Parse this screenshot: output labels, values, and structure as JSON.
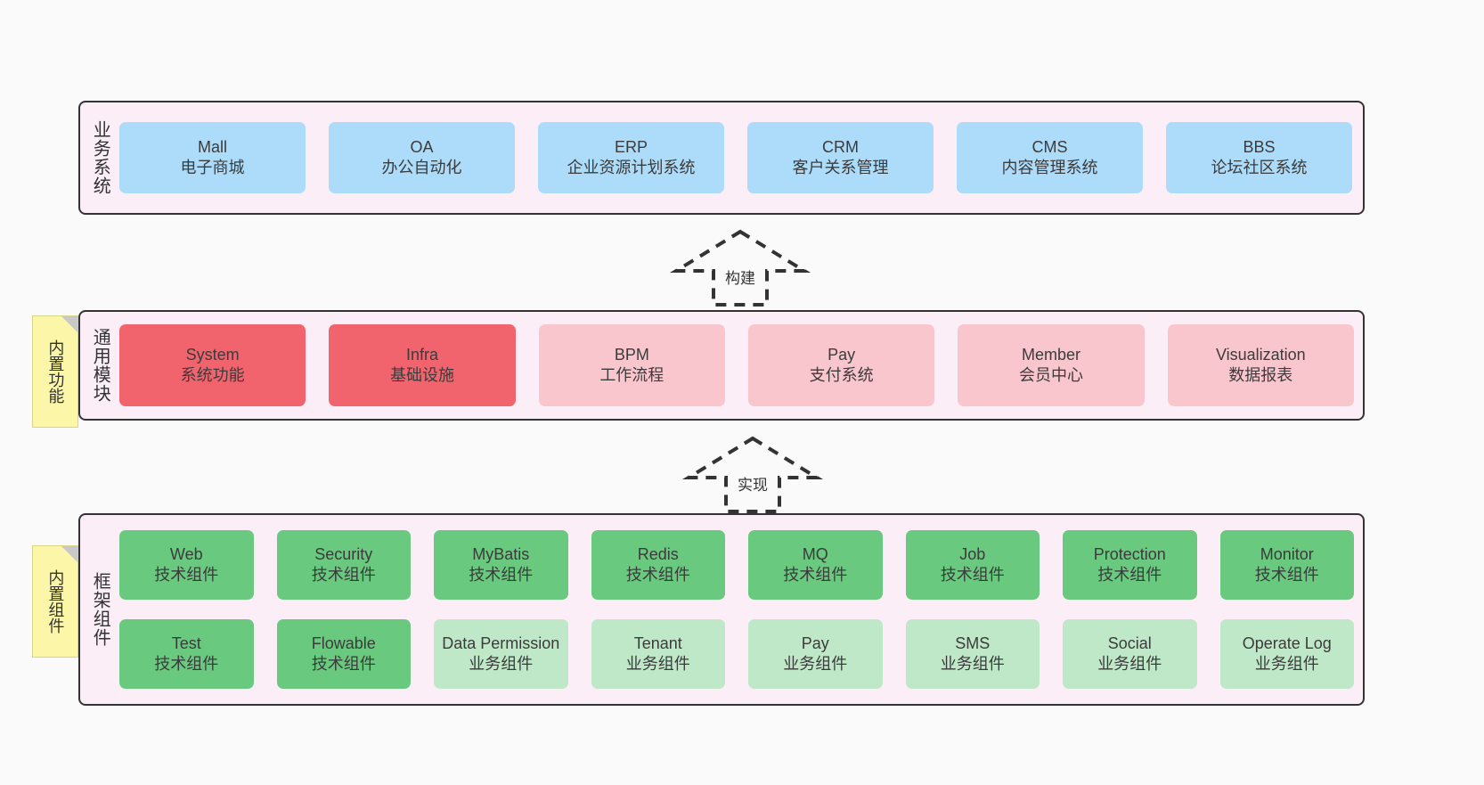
{
  "diagram": {
    "title_hidden": "",
    "background": "#fafafa",
    "layer_fill": "#fbeef6",
    "layer_border": "#333333",
    "colors": {
      "business_card": "#addcfb",
      "module_core": "#f1646e",
      "module_optional": "#fac6ce",
      "tech_component": "#69c97f",
      "biz_component": "#bfe8c8",
      "note": "#fcf7a8"
    }
  },
  "layers": [
    {
      "id": "business",
      "title": "业务系统",
      "cards": [
        {
          "name": "Mall",
          "desc": "电子商城"
        },
        {
          "name": "OA",
          "desc": "办公自动化"
        },
        {
          "name": "ERP",
          "desc": "企业资源计划系统"
        },
        {
          "name": "CRM",
          "desc": "客户关系管理"
        },
        {
          "name": "CMS",
          "desc": "内容管理系统"
        },
        {
          "name": "BBS",
          "desc": "论坛社区系统"
        }
      ]
    },
    {
      "id": "common",
      "title": "通用模块",
      "note": "内置功能",
      "cards": [
        {
          "name": "System",
          "desc": "系统功能",
          "style": "red"
        },
        {
          "name": "Infra",
          "desc": "基础设施",
          "style": "red"
        },
        {
          "name": "BPM",
          "desc": "工作流程",
          "style": "pink"
        },
        {
          "name": "Pay",
          "desc": "支付系统",
          "style": "pink"
        },
        {
          "name": "Member",
          "desc": "会员中心",
          "style": "pink"
        },
        {
          "name": "Visualization",
          "desc": "数据报表",
          "style": "pink"
        }
      ]
    },
    {
      "id": "framework",
      "title": "框架组件",
      "note": "内置组件",
      "row_top": [
        {
          "name": "Web",
          "desc": "技术组件"
        },
        {
          "name": "Security",
          "desc": "技术组件"
        },
        {
          "name": "MyBatis",
          "desc": "技术组件"
        },
        {
          "name": "Redis",
          "desc": "技术组件"
        },
        {
          "name": "MQ",
          "desc": "技术组件"
        },
        {
          "name": "Job",
          "desc": "技术组件"
        },
        {
          "name": "Protection",
          "desc": "技术组件"
        },
        {
          "name": "Monitor",
          "desc": "技术组件"
        }
      ],
      "row_bottom": [
        {
          "name": "Test",
          "desc": "技术组件",
          "style": "green"
        },
        {
          "name": "Flowable",
          "desc": "技术组件",
          "style": "green"
        },
        {
          "name": "Data Permission",
          "desc": "业务组件",
          "style": "lgreen"
        },
        {
          "name": "Tenant",
          "desc": "业务组件",
          "style": "lgreen"
        },
        {
          "name": "Pay",
          "desc": "业务组件",
          "style": "lgreen"
        },
        {
          "name": "SMS",
          "desc": "业务组件",
          "style": "lgreen"
        },
        {
          "name": "Social",
          "desc": "业务组件",
          "style": "lgreen"
        },
        {
          "name": "Operate Log",
          "desc": "业务组件",
          "style": "lgreen"
        }
      ]
    }
  ],
  "arrows": [
    {
      "id": "build",
      "label": "构建",
      "style": "dashed-block-arrow-up"
    },
    {
      "id": "impl",
      "label": "实现",
      "style": "dashed-block-arrow-up"
    }
  ]
}
